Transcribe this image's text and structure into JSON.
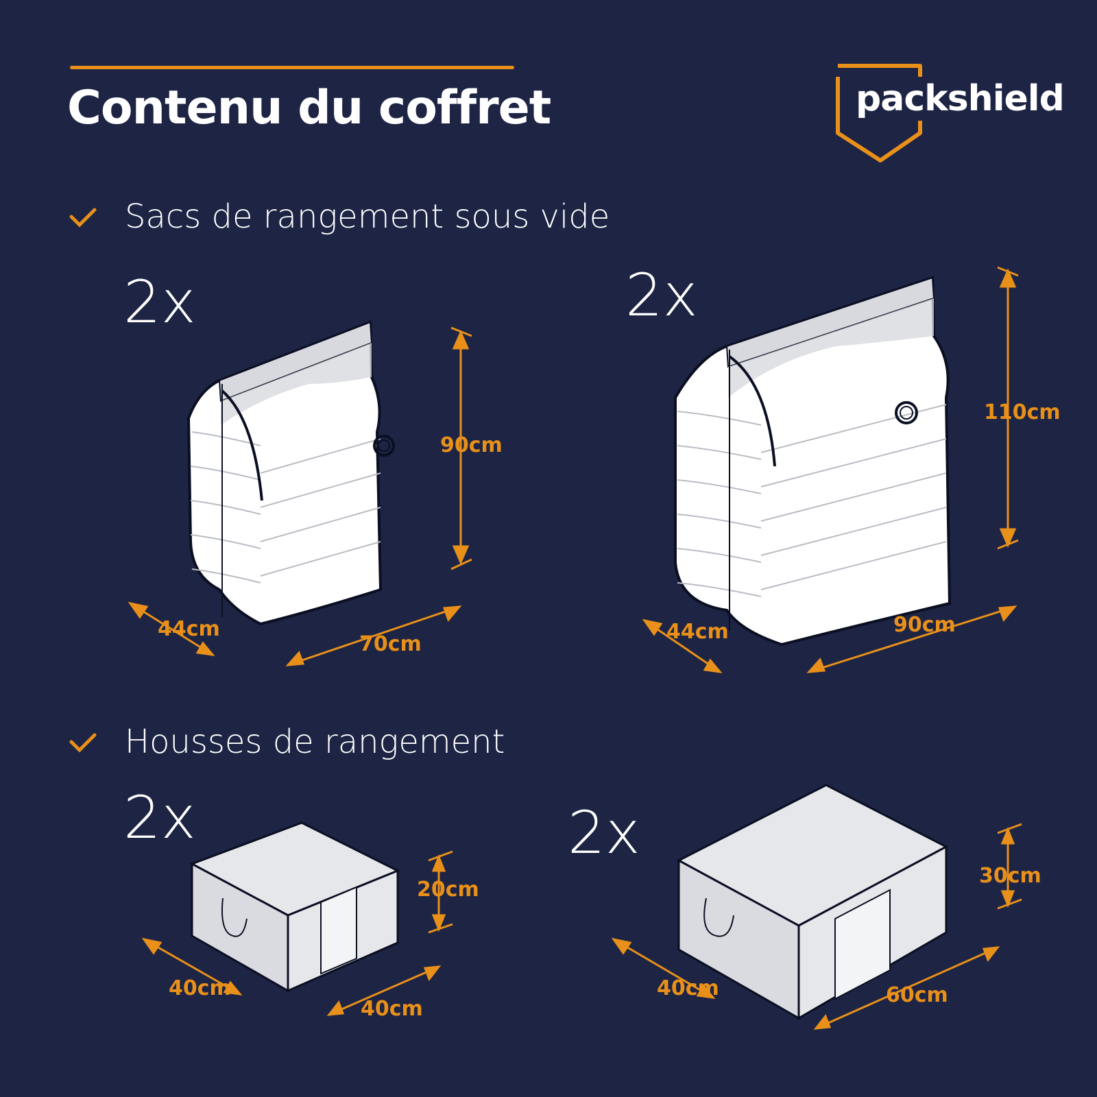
{
  "header": {
    "title": "Contenu du coffret",
    "logo_text": "packshield",
    "accent_color": "#e8901a",
    "background_color": "#1d2444"
  },
  "sections": [
    {
      "label": "Sacs de rangement sous vide",
      "icon": "check-icon",
      "items": [
        {
          "quantity": "2x",
          "product": "vacuum-bag-medium",
          "depth": "44cm",
          "width": "70cm",
          "height": "90cm"
        },
        {
          "quantity": "2x",
          "product": "vacuum-bag-large",
          "depth": "44cm",
          "width": "90cm",
          "height": "110cm"
        }
      ]
    },
    {
      "label": "Housses de rangement",
      "icon": "check-icon",
      "items": [
        {
          "quantity": "2x",
          "product": "storage-box-small",
          "depth": "40cm",
          "width": "40cm",
          "height": "20cm"
        },
        {
          "quantity": "2x",
          "product": "storage-box-large",
          "depth": "40cm",
          "width": "60cm",
          "height": "30cm"
        }
      ]
    }
  ]
}
